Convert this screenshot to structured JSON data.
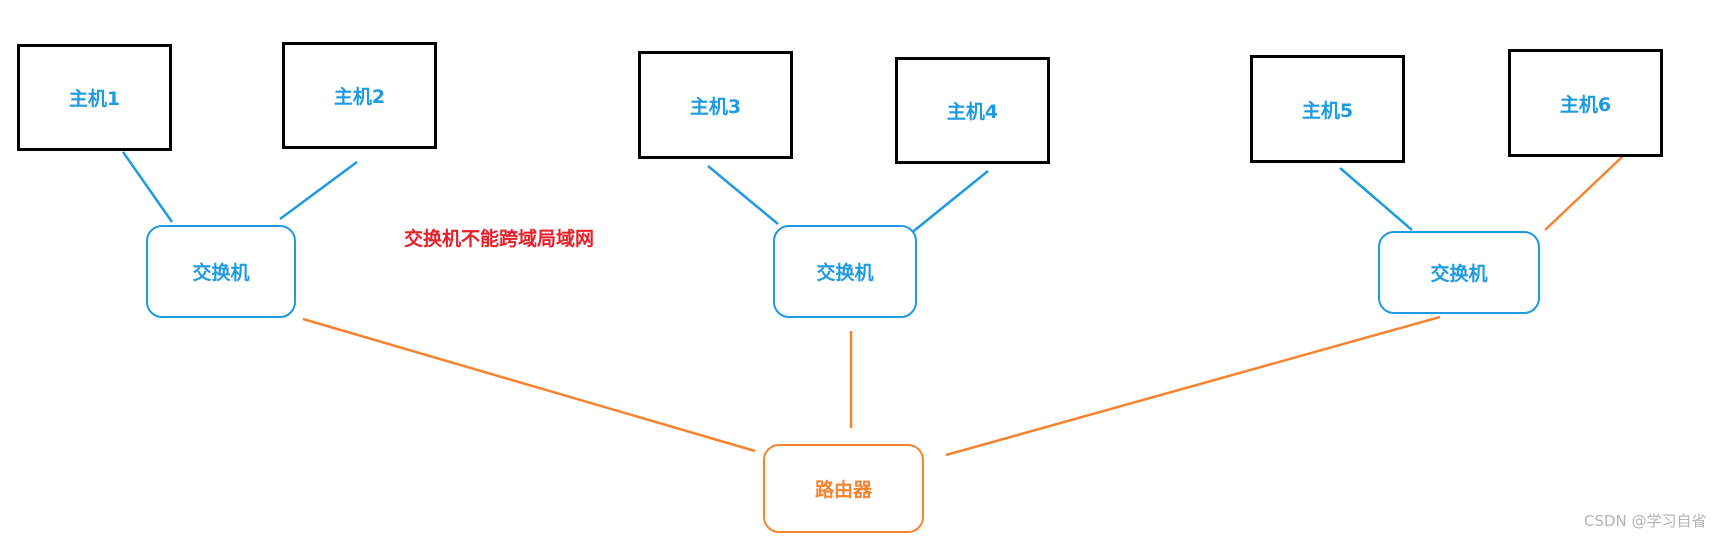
{
  "hosts": [
    {
      "label": "主机1"
    },
    {
      "label": "主机2"
    },
    {
      "label": "主机3"
    },
    {
      "label": "主机4"
    },
    {
      "label": "主机5"
    },
    {
      "label": "主机6"
    }
  ],
  "switches": [
    {
      "label": "交换机"
    },
    {
      "label": "交换机"
    },
    {
      "label": "交换机"
    }
  ],
  "router": {
    "label": "路由器"
  },
  "note": "交换机不能跨域局域网",
  "watermark": "CSDN @学习自省",
  "colors": {
    "host_border": "#000000",
    "blue": "#1e9be0",
    "orange": "#f5832f",
    "note": "#e8202a",
    "watermark": "#b3b3b3"
  }
}
